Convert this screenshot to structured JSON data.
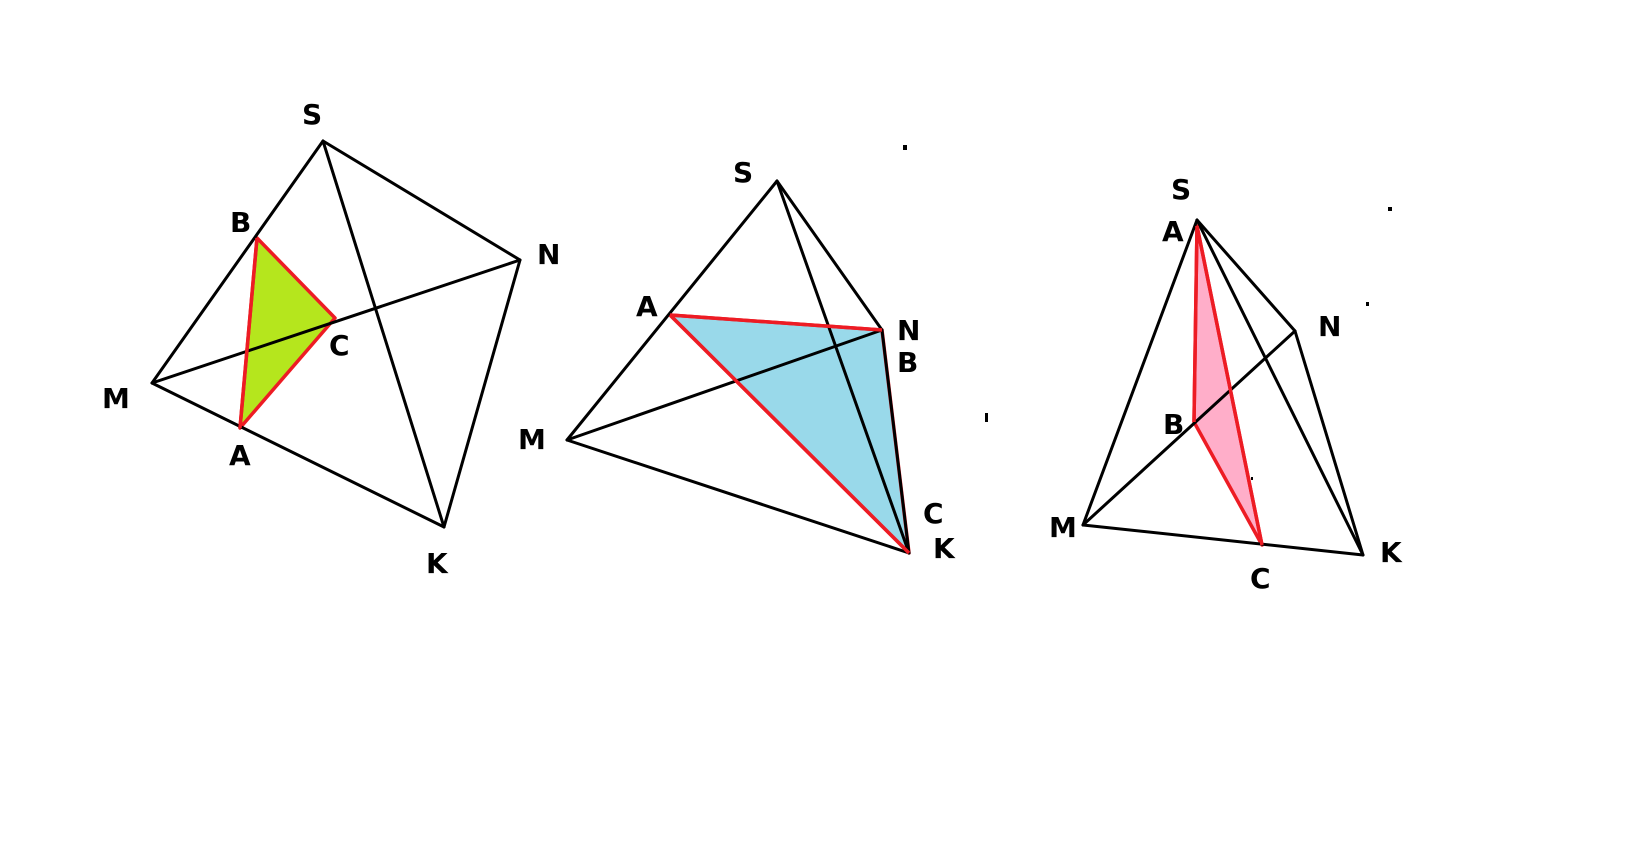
{
  "colors": {
    "edge": "#000000",
    "section_outline": "#ed1c24",
    "fill_green": "#b5e61d",
    "fill_blue": "#99d9ea",
    "fill_pink": "#ffaec9"
  },
  "diagrams": [
    {
      "name": "tetrahedron-1",
      "labels": {
        "S": "S",
        "B": "B",
        "N": "N",
        "C": "C",
        "M": "M",
        "A": "A",
        "K": "K"
      },
      "section_fill": "green"
    },
    {
      "name": "tetrahedron-2",
      "labels": {
        "S": "S",
        "A": "A",
        "N": "N",
        "B": "B",
        "M": "M",
        "C": "C",
        "K": "K"
      },
      "section_fill": "blue"
    },
    {
      "name": "tetrahedron-3",
      "labels": {
        "S": "S",
        "A": "A",
        "N": "N",
        "B": "B",
        "M": "M",
        "C": "C",
        "K": "K"
      },
      "section_fill": "pink"
    }
  ]
}
